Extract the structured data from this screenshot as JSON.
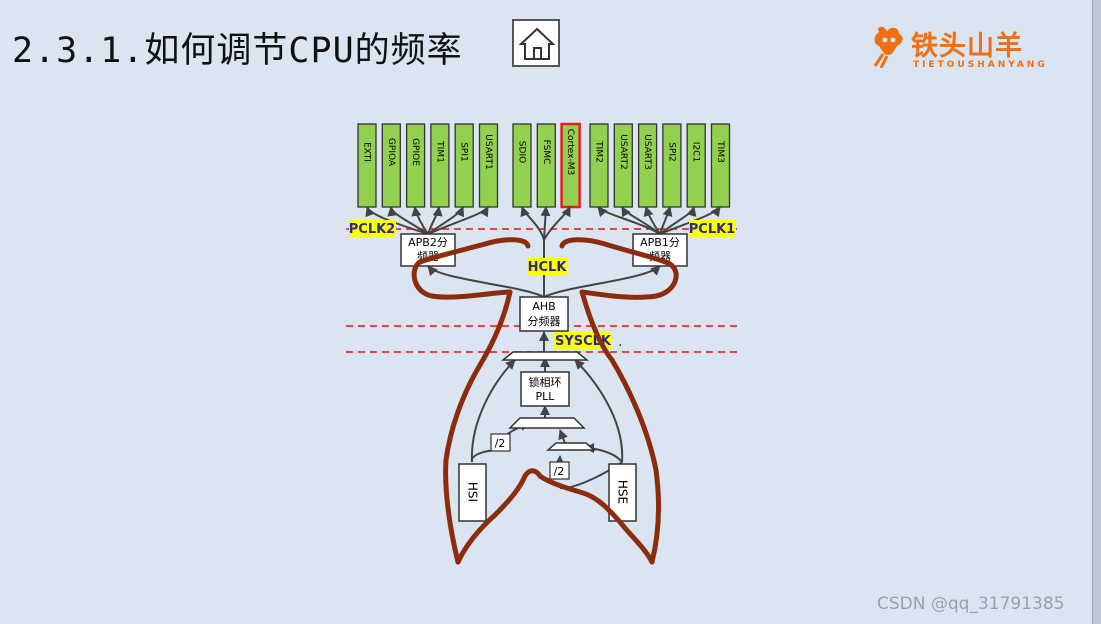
{
  "header": {
    "title": "2.3.1.如何调节CPU的频率",
    "home_icon": "home-icon"
  },
  "logo": {
    "name": "铁头山羊",
    "subtitle": "TIETOUSHANYANG",
    "color": "#ef6f12"
  },
  "diagram": {
    "left_peripherals": [
      "EXTI",
      "GPIOA",
      "GPIOE",
      "TIM1",
      "SPI1",
      "USART1"
    ],
    "center_peripherals": [
      "SDIO",
      "FSMC",
      "Cortex-M3"
    ],
    "right_peripherals": [
      "TIM2",
      "USART2",
      "USART3",
      "SPI2",
      "I2C1",
      "TIM3"
    ],
    "highlighted_block": "Cortex-M3",
    "labels": {
      "pclk2": "PCLK2",
      "pclk1": "PCLK1",
      "hclk": "HCLK",
      "sysclk": "SYSCLK",
      "sysclk_dot": "."
    },
    "blocks": {
      "apb2_line1": "APB2分",
      "apb2_line2": "频器",
      "apb1_line1": "APB1分",
      "apb1_line2": "频器",
      "ahb_line1": "AHB",
      "ahb_line2": "分频器",
      "pll_line1": "锁相环",
      "pll_line2": "PLL",
      "div2_left": "/2",
      "div2_right": "/2",
      "hsi": "HSI",
      "hse": "HSE"
    },
    "colors": {
      "peripheral_fill": "#92d050",
      "highlight_border": "#e02020",
      "label_bg": "#ffff00",
      "dashed_line": "#e81010",
      "annotation_stroke": "#8b2c0e"
    }
  },
  "watermark": "CSDN @qq_31791385"
}
